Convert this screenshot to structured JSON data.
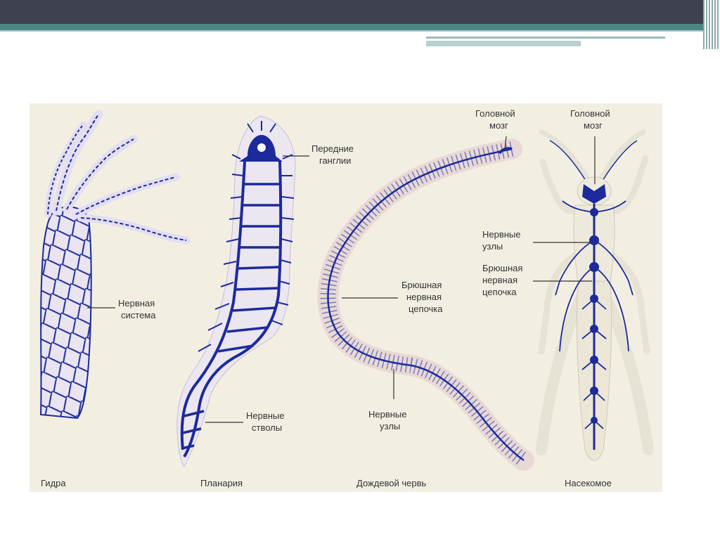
{
  "labels": {
    "hydra_ns": [
      "Нервная",
      "система"
    ],
    "planaria_ganglia": [
      "Передние",
      "ганглии"
    ],
    "planaria_trunks": [
      "Нервные",
      "стволы"
    ],
    "worm_brain": [
      "Головной",
      "мозг"
    ],
    "worm_chain": [
      "Брюшная",
      "нервная",
      "цепочка"
    ],
    "worm_nodes": [
      "Нервные",
      "узлы"
    ],
    "insect_brain": [
      "Головной",
      "мозг"
    ],
    "insect_nodes": [
      "Нервные",
      "узлы"
    ],
    "insect_chain": [
      "Брюшная",
      "нервная",
      "цепочка"
    ]
  },
  "captions": {
    "hydra": "Гидра",
    "planaria": "Планария",
    "worm": "Дождевой червь",
    "insect": "Насекомое"
  },
  "colors": {
    "nerve": "#1c2a9c",
    "body": "#eae4f0",
    "background": "#f2efe2",
    "leader": "#333333"
  }
}
